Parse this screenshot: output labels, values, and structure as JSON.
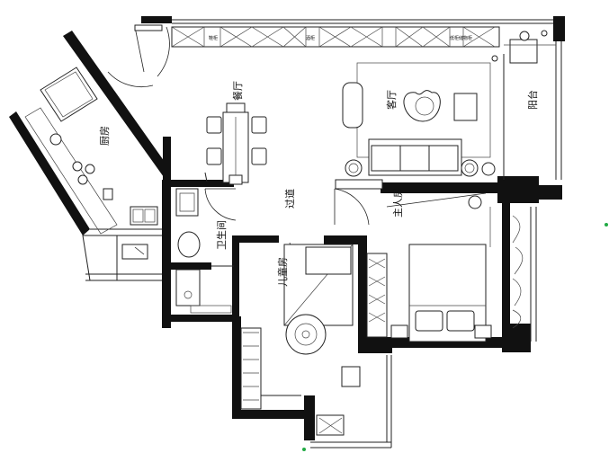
{
  "rooms": {
    "kitchen": "厨房",
    "dining": "餐厅",
    "living": "客厅",
    "balcony": "阳台",
    "bathroom": "卫生间",
    "corridor": "过道",
    "master_bedroom": "主人房",
    "kids_room": "儿童房"
  },
  "cabinet_tags": {
    "tag1": "鞋柜",
    "tag2": "酒柜",
    "tag3": "低柜储物柜"
  },
  "colors": {
    "wall": "#111111",
    "line": "#222222",
    "marker": "#22aa44"
  }
}
